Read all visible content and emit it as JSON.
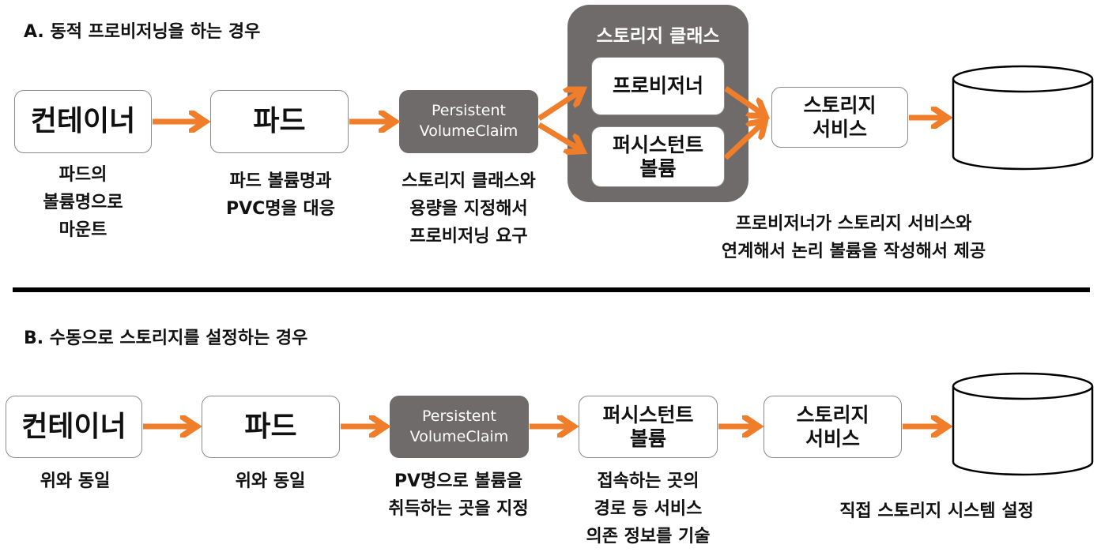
{
  "section_a": {
    "title": "A. 동적 프로비저닝을 하는 경우",
    "container": "컨테이너",
    "pod": "파드",
    "pvc_line1": "Persistent",
    "pvc_line2": "VolumeClaim",
    "storage_class_title": "스토리지 클래스",
    "provisioner": "프로비저너",
    "pv_line1": "퍼시스턴트",
    "pv_line2": "볼륨",
    "storage_service_line1": "스토리지",
    "storage_service_line2": "서비스",
    "storage": "스토리지",
    "caption_container": "파드의\n볼륨명으로\n마운트",
    "caption_pod": "파드 볼륨명과\nPVC명을 대응",
    "caption_pvc": "스토리지 클래스와\n용량을 지정해서\n프로비저닝 요구",
    "caption_right": "프로비저너가 스토리지 서비스와\n연계해서 논리 볼륨을 작성해서 제공"
  },
  "section_b": {
    "title": "B. 수동으로 스토리지를 설정하는 경우",
    "container": "컨테이너",
    "pod": "파드",
    "pvc_line1": "Persistent",
    "pvc_line2": "VolumeClaim",
    "pv_line1": "퍼시스턴트",
    "pv_line2": "볼륨",
    "storage_service_line1": "스토리지",
    "storage_service_line2": "서비스",
    "storage": "스토리지",
    "caption_container": "위와 동일",
    "caption_pod": "위와 동일",
    "caption_pvc": "PV명으로 볼륨을\n취득하는 곳을 지정",
    "caption_pv": "접속하는 곳의\n경로 등 서비스\n의존 정보를 기술",
    "caption_right": "직접 스토리지 시스템 설정"
  },
  "colors": {
    "arrow": "#ef7d2a",
    "dark_box": "#6f6b6a"
  }
}
